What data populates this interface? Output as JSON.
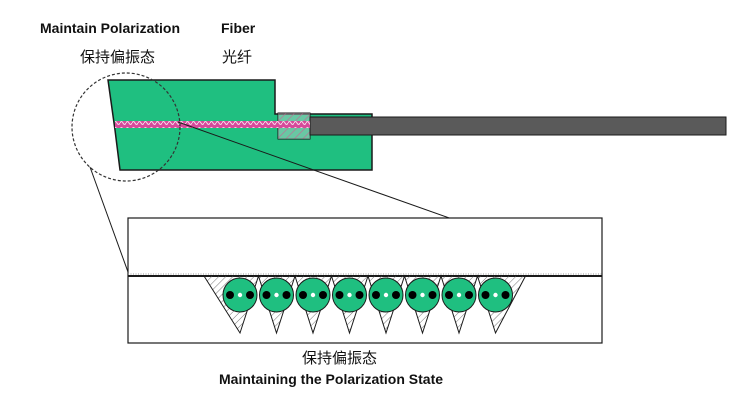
{
  "labels": {
    "maintain_polarization": "Maintain Polarization",
    "maintain_polarization_zh": "保持偏振态",
    "fiber": "Fiber",
    "fiber_zh": "光纤",
    "bottom_zh": "保持偏振态",
    "bottom_en": "Maintaining the Polarization State"
  },
  "colors": {
    "substrate": "#1fbf80",
    "fiber_core": "#d64a9a",
    "fiber_cladding": "#5a5a5a",
    "hatch": "#b02a6a",
    "outline": "#1a1a1a",
    "groove": "#9a9a9a",
    "fiber_dot": "#000000"
  },
  "groove_fibers_count": 8
}
